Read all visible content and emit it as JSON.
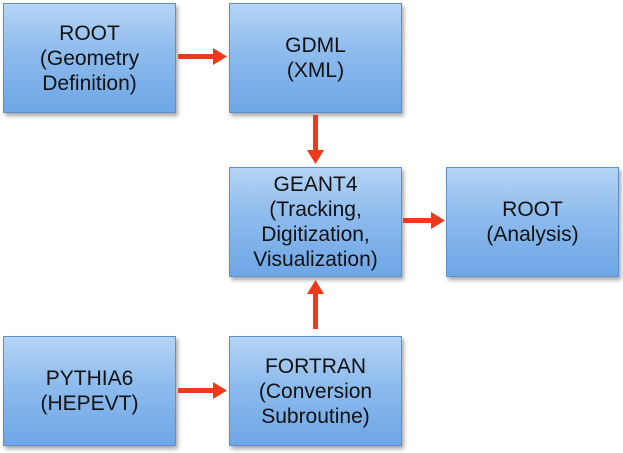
{
  "nodes": {
    "root_geometry": {
      "lines": [
        "ROOT",
        "(Geometry",
        "Definition)"
      ]
    },
    "gdml": {
      "lines": [
        "GDML",
        "(XML)"
      ]
    },
    "geant4": {
      "lines": [
        "GEANT4",
        "(Tracking,",
        "Digitization,",
        "Visualization)"
      ]
    },
    "root_analysis": {
      "lines": [
        "ROOT",
        "(Analysis)"
      ]
    },
    "pythia6": {
      "lines": [
        "PYTHIA6",
        "(HEPEVT)"
      ]
    },
    "fortran": {
      "lines": [
        "FORTRAN",
        "(Conversion",
        "Subroutine)"
      ]
    }
  },
  "edges": [
    {
      "from": "root_geometry",
      "to": "gdml"
    },
    {
      "from": "gdml",
      "to": "geant4"
    },
    {
      "from": "geant4",
      "to": "root_analysis"
    },
    {
      "from": "pythia6",
      "to": "fortran"
    },
    {
      "from": "fortran",
      "to": "geant4"
    }
  ],
  "colors": {
    "box_top": "#b5d4f5",
    "box_bottom": "#6ea6e6",
    "arrow": "#ee3a1b"
  }
}
